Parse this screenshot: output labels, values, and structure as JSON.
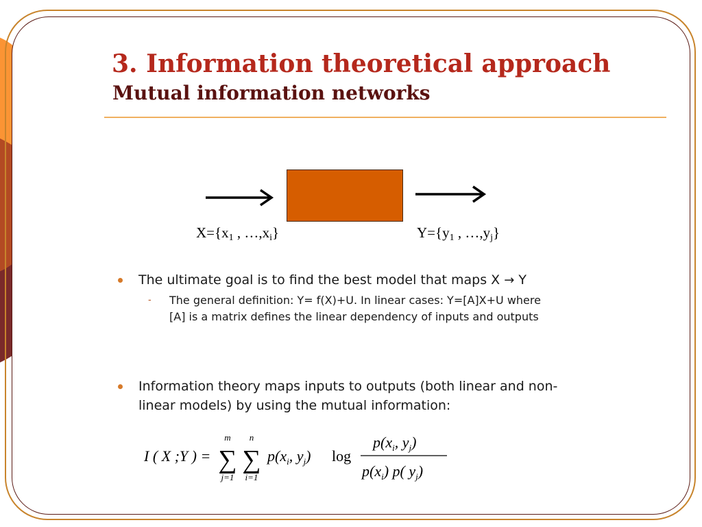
{
  "slide": {
    "title": "3. Information theoretical approach",
    "subtitle": "Mutual information networks"
  },
  "diagram": {
    "input_label": {
      "prefix": "X={x",
      "first_sub": "1",
      "middle": " , …,x",
      "last_sub": "i",
      "suffix": "}"
    },
    "output_label": {
      "prefix": "Y={y",
      "first_sub": "1",
      "middle": " , …,y",
      "last_sub": "j",
      "suffix": "}"
    }
  },
  "bullets": [
    {
      "text_before_arrow": "The ultimate goal is to find the best model that maps X",
      "arrow_glyph": "→",
      "text_after_arrow": "Y",
      "sub_bullets": [
        {
          "marker": "-",
          "line1": "The general definition: Y= f(X)+U. In linear cases: Y=[A]X+U where",
          "line2": "[A] is a matrix defines the linear dependency of inputs and outputs"
        }
      ]
    },
    {
      "line1": "Information theory maps inputs to outputs (both linear and non-",
      "line2": "linear models) by using the mutual information:"
    }
  ],
  "formula": {
    "lhs": "I ( X ;Y ) =",
    "sum1_upper": "m",
    "sum1_lower": "j=1",
    "sum2_upper": "n",
    "sum2_lower": "i=1",
    "joint": "p(x",
    "joint_i": "i",
    "joint_mid": ", y",
    "joint_j": "j",
    "joint_close": ")",
    "log": "log",
    "num": "p(x",
    "num_i": "i",
    "num_mid": ", y",
    "num_j": "j",
    "num_close": ")",
    "den_a": "p(x",
    "den_i": "i",
    "den_b": ") p( y",
    "den_j": "j",
    "den_close": ")"
  },
  "colors": {
    "title": "#b5281c",
    "subtitle": "#5a1210",
    "box_fill": "#d65d00",
    "circle_orange": "#fb9434",
    "circle_dark": "#7a2a2a",
    "frame": "#c8842c",
    "rule": "#f0b060",
    "bullet_dot": "#d67a2a"
  }
}
